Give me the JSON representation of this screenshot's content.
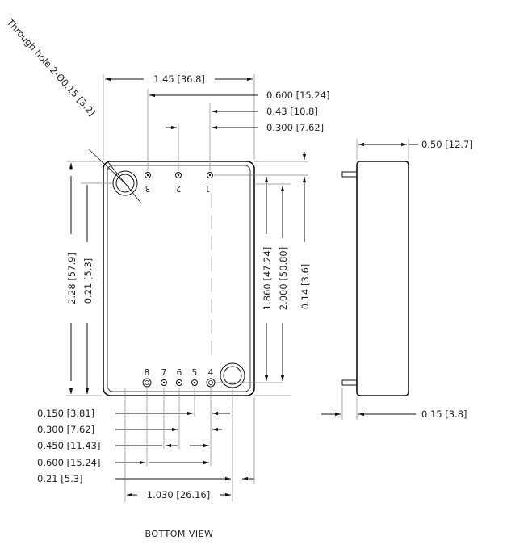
{
  "view_label": "BOTTOM  VIEW",
  "hole_note": "Through hole 2-Ø0.15 [3.2]",
  "pins": {
    "p1": "1",
    "p2": "2",
    "p3": "3",
    "p4": "4",
    "p5": "5",
    "p6": "6",
    "p7": "7",
    "p8": "8"
  },
  "dims": {
    "width_145": "1.45 [36.8]",
    "d_0600_top": "0.600 [15.24]",
    "d_043": "0.43 [10.8]",
    "d_0300_top": "0.300 [7.62]",
    "d_050": "0.50 [12.7]",
    "height_228": "2.28 [57.9]",
    "d_021_left": "0.21 [5.3]",
    "d_1860": "1.860 [47.24]",
    "d_2000": "2.000 [50.80]",
    "d_014": "0.14 [3.6]",
    "d_0150": "0.150 [3.81]",
    "d_0300_bot": "0.300 [7.62]",
    "d_0450": "0.450 [11.43]",
    "d_0600_bot": "0.600 [15.24]",
    "d_021_bot": "0.21 [5.3]",
    "d_1030": "1.030 [26.16]",
    "d_015_side": "0.15 [3.8]"
  }
}
